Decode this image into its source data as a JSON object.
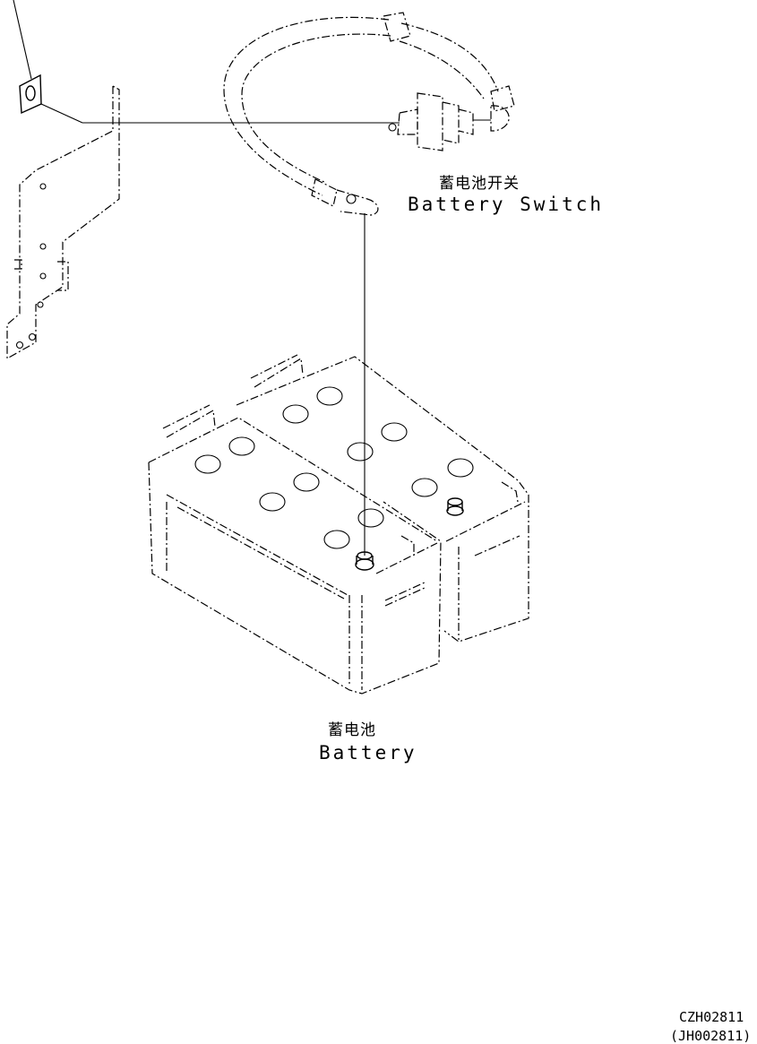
{
  "labels": {
    "battery_switch_cn": "蓄电池开关",
    "battery_switch_en": "Battery Switch",
    "battery_cn": "蓄电池",
    "battery_en": "Battery"
  },
  "codes": {
    "primary": "CZH02811",
    "secondary": "(JH002811)"
  }
}
